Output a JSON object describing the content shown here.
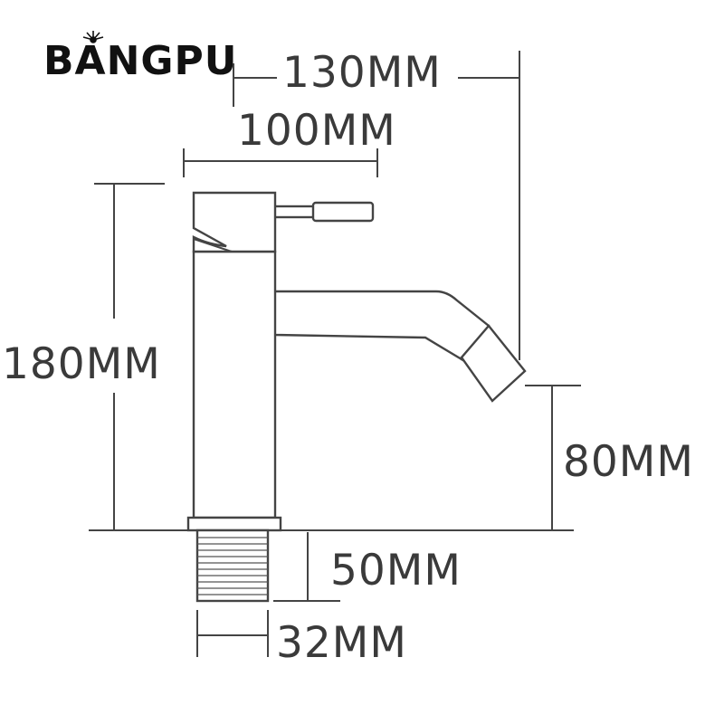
{
  "brand": {
    "name": "BANGPU"
  },
  "dimensions": {
    "total_reach": "130MM",
    "handle_length": "100MM",
    "total_height": "180MM",
    "spout_height": "80MM",
    "thread_length": "50MM",
    "thread_diameter": "32MM"
  },
  "colors": {
    "line": "#444444",
    "text": "#3a3a3a",
    "logo": "#111111",
    "background": "#ffffff"
  }
}
